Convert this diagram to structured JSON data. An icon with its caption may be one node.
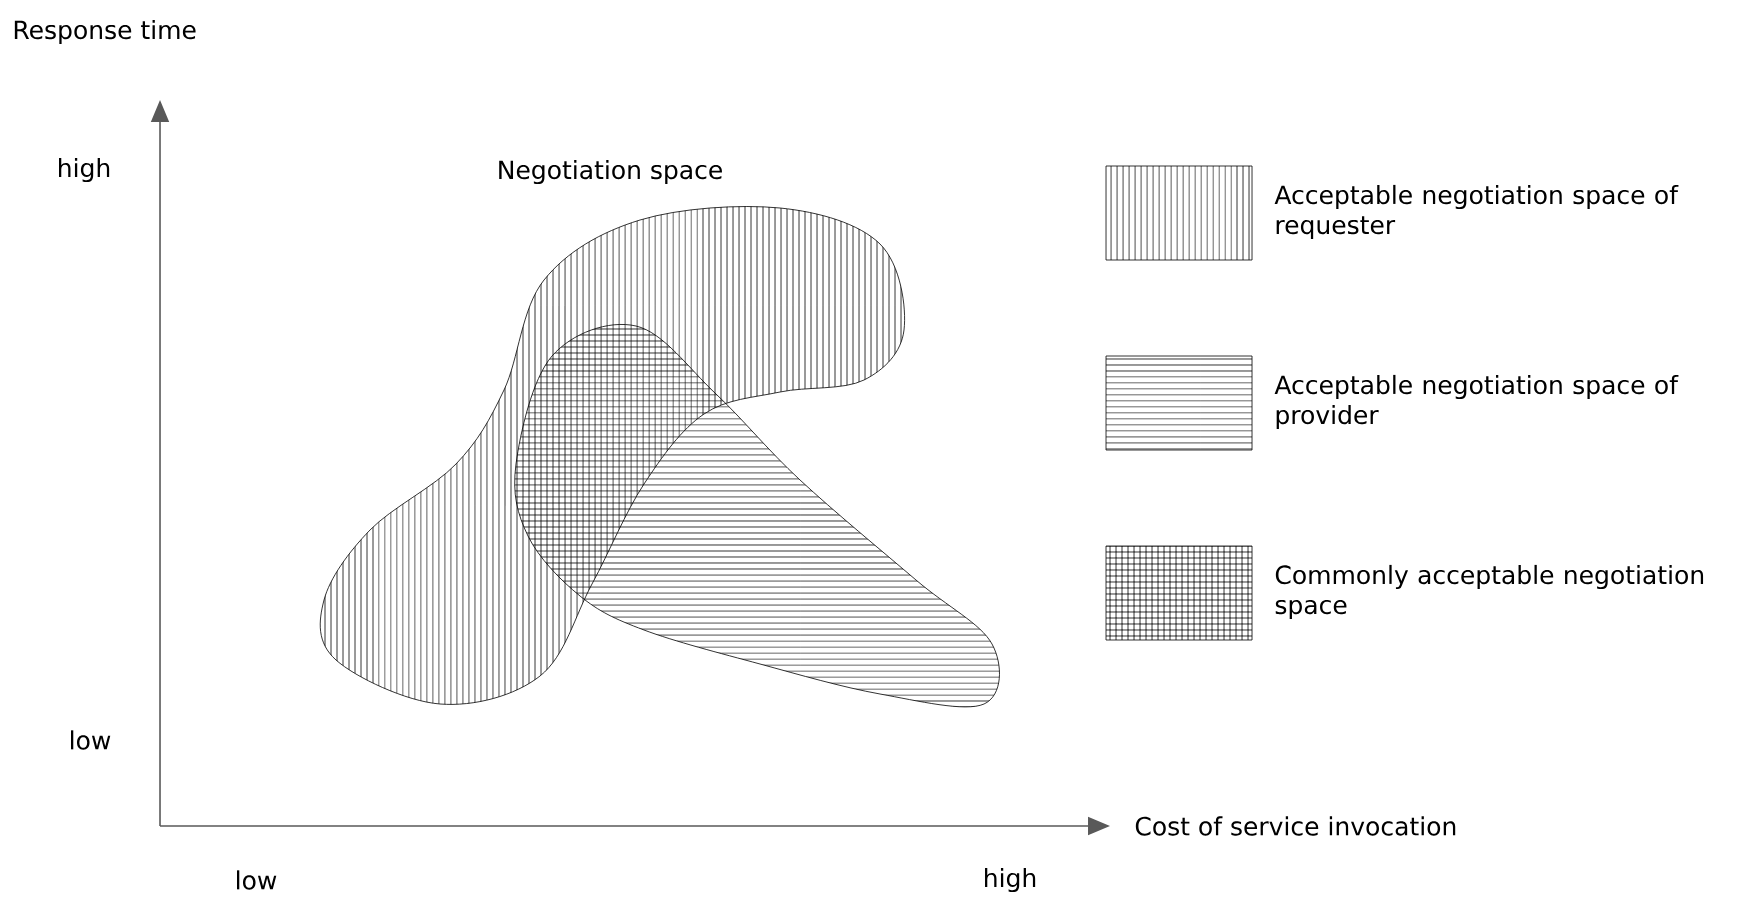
{
  "diagram": {
    "labels": [
      "Response time",
      "high",
      "Negotiation space",
      "low",
      "Cost of service invocation",
      "low",
      "high"
    ],
    "legend": [
      {
        "text": "Acceptable negotiation space of requester"
      },
      {
        "text": "Acceptable negotiation space of provider"
      },
      {
        "text": "Commonly acceptable negotiation space"
      }
    ]
  }
}
